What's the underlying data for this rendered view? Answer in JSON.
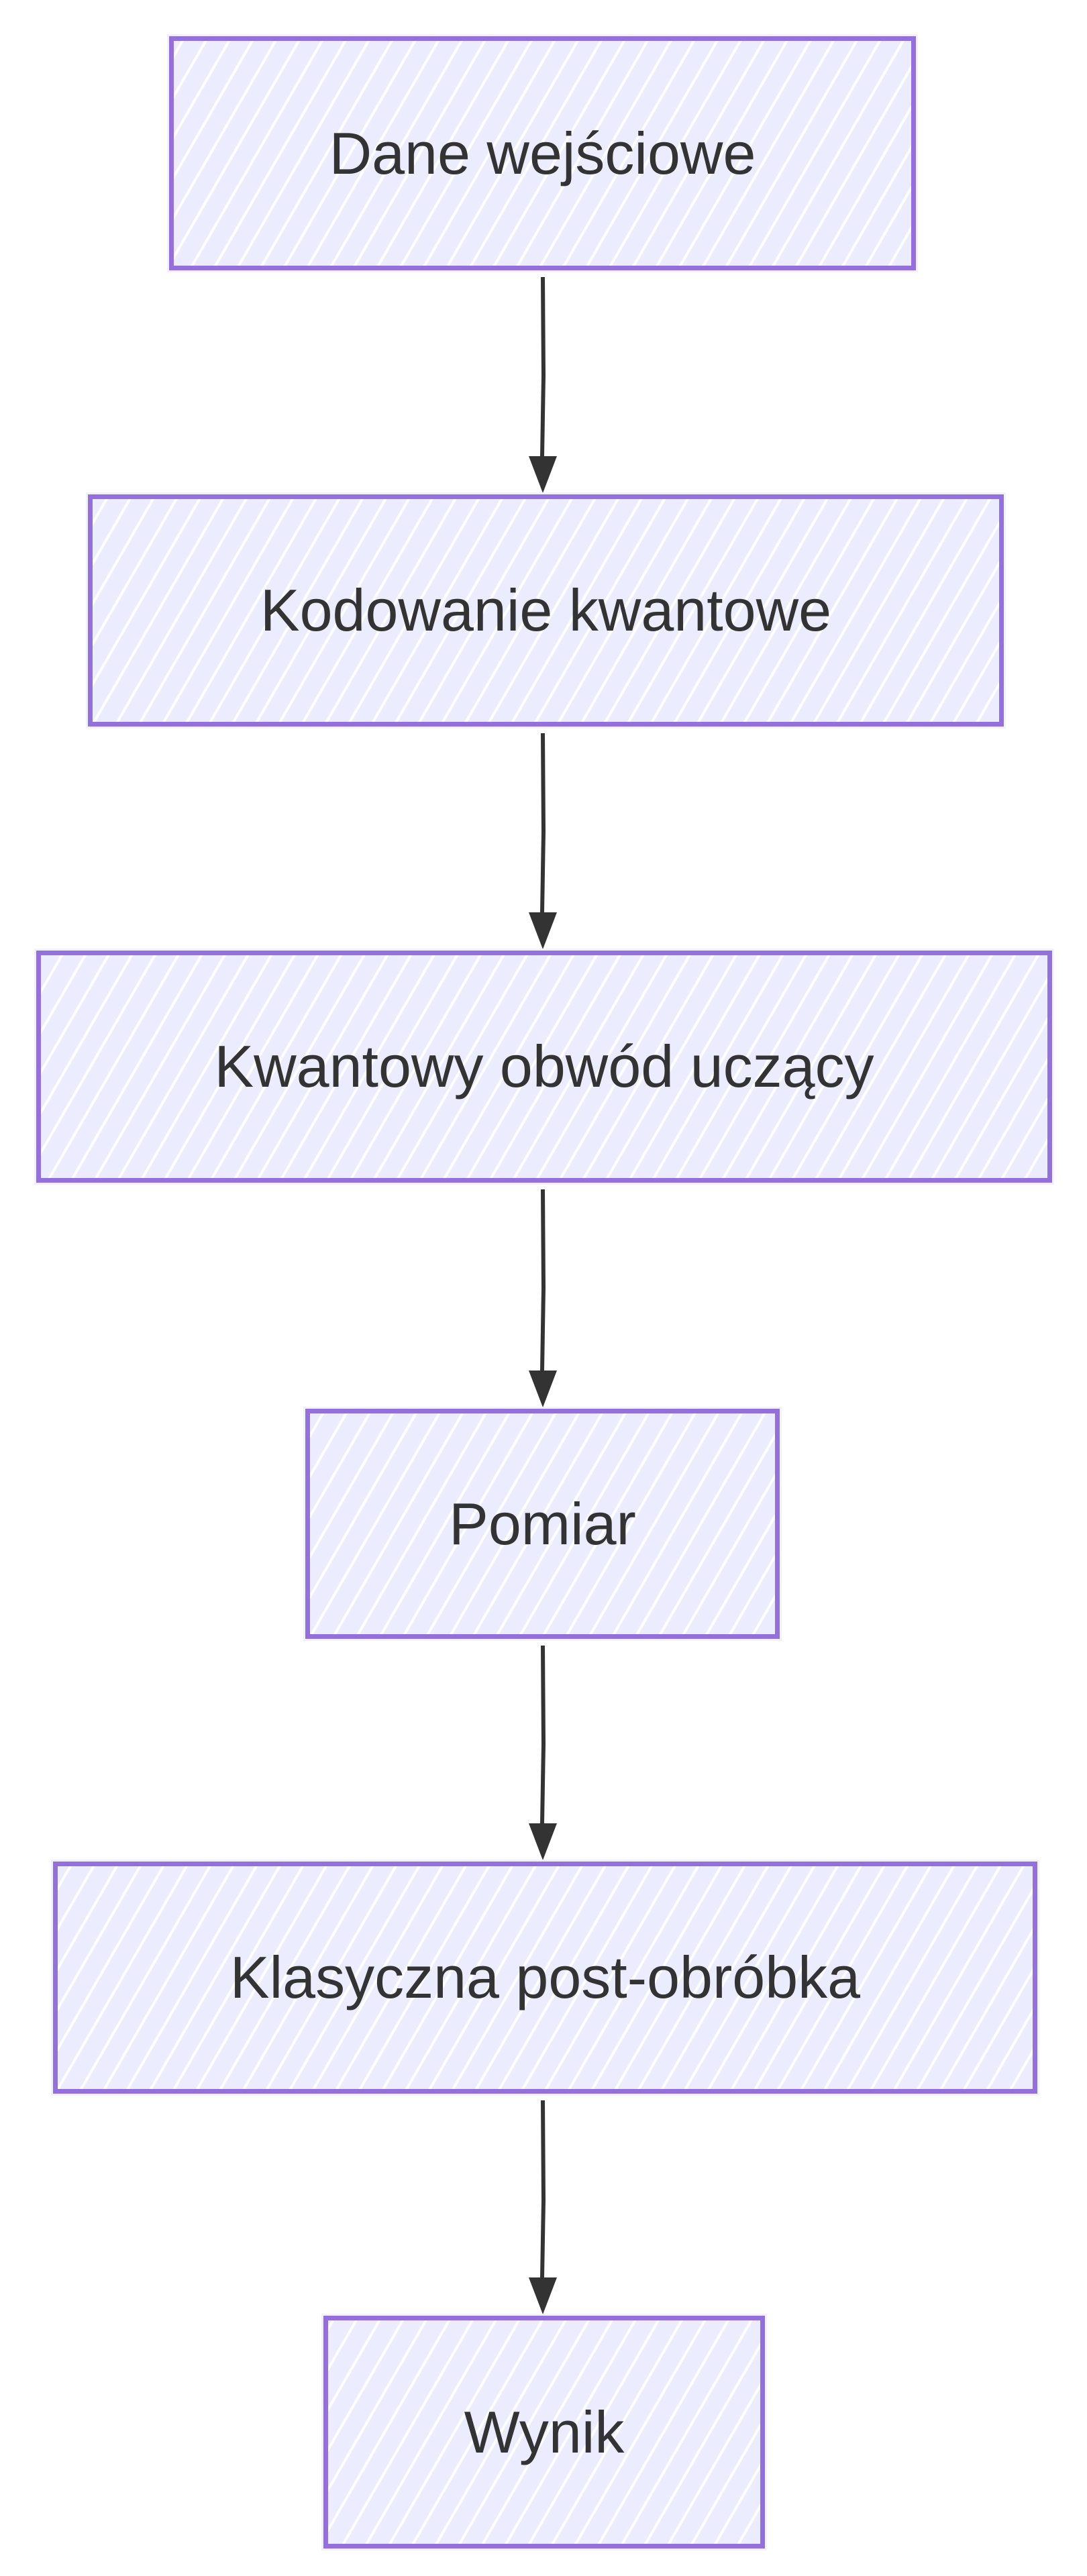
{
  "diagram": {
    "type": "flowchart",
    "direction": "top-down",
    "colors": {
      "node_fill": "#ECECFF",
      "node_border": "#9370DB",
      "text": "#333333",
      "edge": "#333333",
      "background": "#FFFFFF"
    },
    "nodes": [
      {
        "id": "n1",
        "label": "Dane wejściowe"
      },
      {
        "id": "n2",
        "label": "Kodowanie kwantowe"
      },
      {
        "id": "n3",
        "label": "Kwantowy obwód uczący"
      },
      {
        "id": "n4",
        "label": "Pomiar"
      },
      {
        "id": "n5",
        "label": "Klasyczna post-obróbka"
      },
      {
        "id": "n6",
        "label": "Wynik"
      }
    ],
    "edges": [
      {
        "from": "n1",
        "to": "n2"
      },
      {
        "from": "n2",
        "to": "n3"
      },
      {
        "from": "n3",
        "to": "n4"
      },
      {
        "from": "n4",
        "to": "n5"
      },
      {
        "from": "n5",
        "to": "n6"
      }
    ]
  }
}
